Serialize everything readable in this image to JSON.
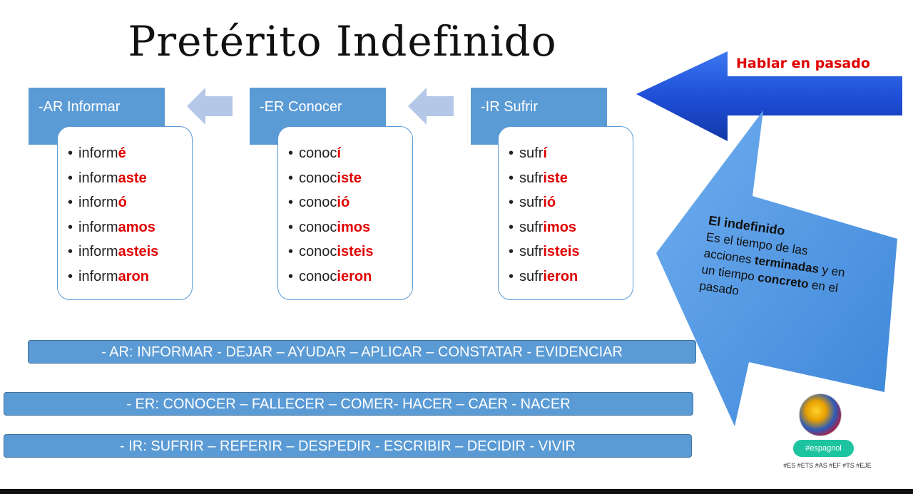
{
  "title": "Pretérito Indefinido",
  "callout": {
    "label": "Hablar en pasado"
  },
  "columns": [
    {
      "header": "-AR Informar",
      "items": [
        {
          "stem": "inform",
          "ending": "é"
        },
        {
          "stem": "inform",
          "ending": "aste"
        },
        {
          "stem": "inform",
          "ending": "ó"
        },
        {
          "stem": "inform",
          "ending": "amos"
        },
        {
          "stem": "inform",
          "ending": "asteis"
        },
        {
          "stem": "inform",
          "ending": "aron"
        }
      ]
    },
    {
      "header": "-ER Conocer",
      "items": [
        {
          "stem": "conoc",
          "ending": "í"
        },
        {
          "stem": "conoc",
          "ending": "iste"
        },
        {
          "stem": "conoc",
          "ending": "ió"
        },
        {
          "stem": "conoc",
          "ending": "imos"
        },
        {
          "stem": "conoc",
          "ending": "isteis"
        },
        {
          "stem": "conoc",
          "ending": "ieron"
        }
      ]
    },
    {
      "header": "-IR Sufrir",
      "items": [
        {
          "stem": "sufr",
          "ending": "í"
        },
        {
          "stem": "sufr",
          "ending": "iste"
        },
        {
          "stem": "sufr",
          "ending": "ió"
        },
        {
          "stem": "sufr",
          "ending": "imos"
        },
        {
          "stem": "sufr",
          "ending": "isteis"
        },
        {
          "stem": "sufr",
          "ending": "ieron"
        }
      ]
    }
  ],
  "definition": {
    "title": "El indefinido",
    "line1": "Es el tiempo de las",
    "line2_pre": "acciones ",
    "line2_bold": "terminadas",
    "line2_post": " y en",
    "line3_pre": "un tiempo ",
    "line3_bold": "concreto",
    "line3_post": " en el",
    "line4": "pasado"
  },
  "verb_bars": [
    "- AR: INFORMAR - DEJAR – AYUDAR – APLICAR – CONSTATAR - EVIDENCIAR",
    "- ER:  CONOCER – FALLECER – COMER- HACER – CAER - NACER",
    "- IR: SUFRIR – REFERIR – DESPEDIR  - ESCRIBIR – DECIDIR - VIVIR"
  ],
  "badge": {
    "tag": "#espagnol",
    "hashtags": "#ES #ETS #AS #EF #TS #EJE"
  },
  "colors": {
    "accent": "#5b9bd5",
    "ending": "#e00000",
    "arrow": "#1f4fd8",
    "tag": "#1dc4a0"
  }
}
